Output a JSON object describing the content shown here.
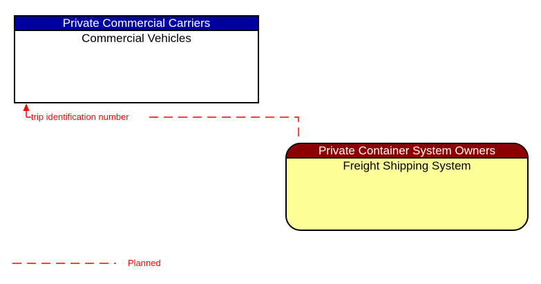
{
  "entities": [
    {
      "header": "Private Commercial Carriers",
      "title": "Commercial Vehicles",
      "shape": "rectangle",
      "header_bg": "#0000A0",
      "header_text_color": "#FFFFFF",
      "body_bg": "#FFFFFF"
    },
    {
      "header": "Private Container System Owners",
      "title": "Freight Shipping System",
      "shape": "rounded-rectangle",
      "header_bg": "#8B0000",
      "header_text_color": "#FFFFFF",
      "body_bg": "#FFFF99"
    }
  ],
  "flows": [
    {
      "label": "trip identification number",
      "status": "planned",
      "line_style": "dashed",
      "color": "#FF0000",
      "from": "Freight Shipping System",
      "to": "Commercial Vehicles"
    }
  ],
  "legend": {
    "items": [
      {
        "label": "Planned",
        "line_style": "dashed",
        "color": "#FF0000"
      }
    ]
  },
  "colors": {
    "header-blue": "#0000A0",
    "header-maroon": "#8B0000",
    "body-yellow": "#FFFF99",
    "flow-red": "#FF0000",
    "border": "#000000",
    "page-bg": "#FFFFFF"
  }
}
